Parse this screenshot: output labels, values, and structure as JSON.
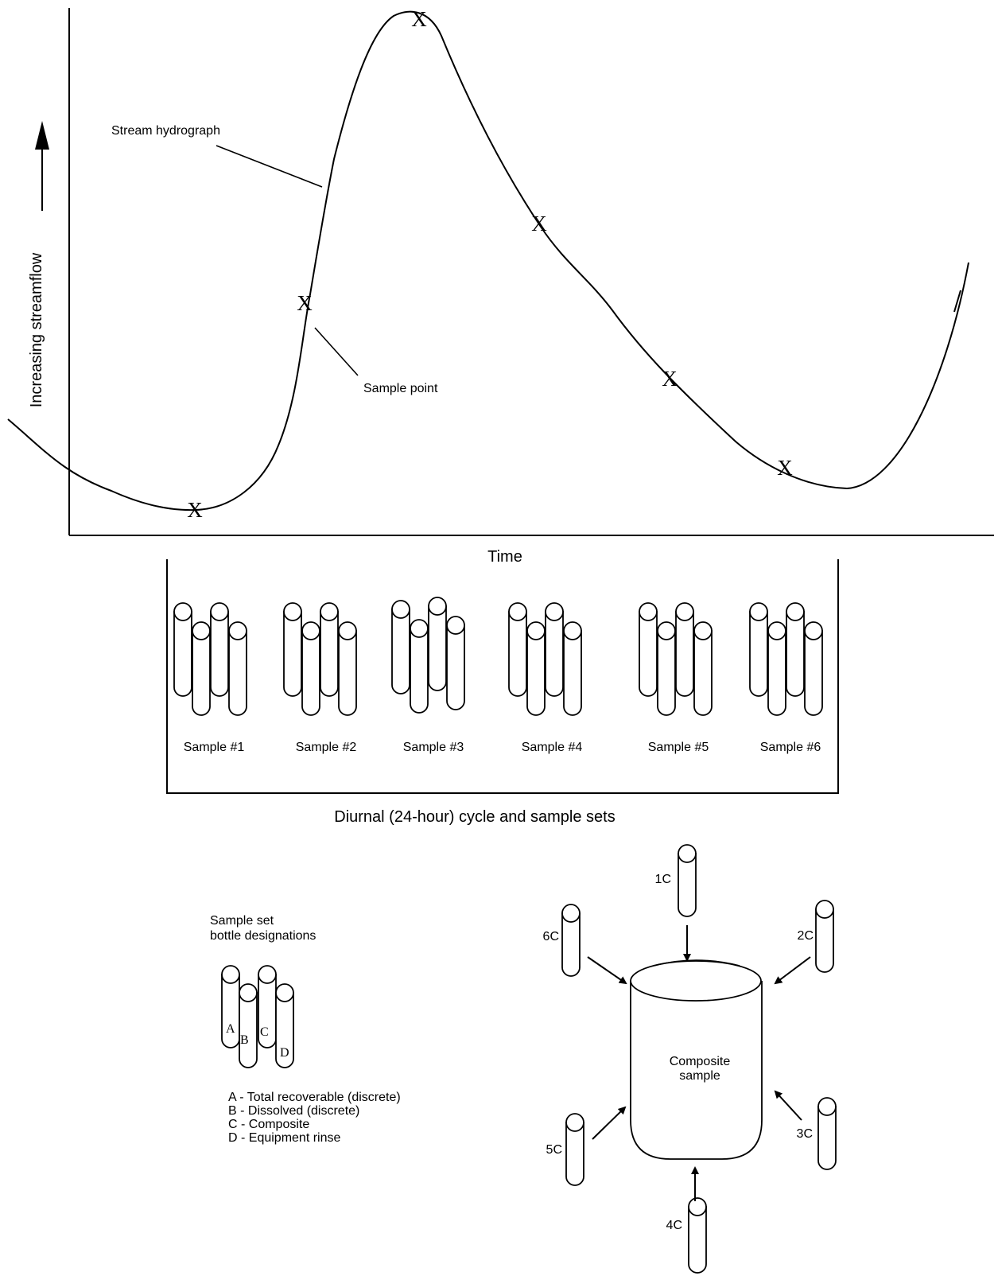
{
  "hydrograph": {
    "y_axis_label": "Increasing streamflow",
    "x_axis_label": "Time",
    "curve_label": "Stream hydrograph",
    "sample_point_label": "Sample point",
    "sample_marker": "X"
  },
  "sample_sets": {
    "caption": "Diurnal (24-hour) cycle and sample sets",
    "labels": [
      "Sample #1",
      "Sample #2",
      "Sample #3",
      "Sample #4",
      "Sample #5",
      "Sample #6"
    ]
  },
  "legend": {
    "title_line1": "Sample set",
    "title_line2": "bottle designations",
    "bottle_letters": [
      "A",
      "B",
      "C",
      "D"
    ],
    "items": [
      "A - Total  recoverable (discrete)",
      "B - Dissolved (discrete)",
      "C - Composite",
      "D - Equipment rinse"
    ]
  },
  "composite": {
    "label_line1": "Composite",
    "label_line2": "sample",
    "bottles": [
      "1C",
      "2C",
      "3C",
      "4C",
      "5C",
      "6C"
    ]
  }
}
